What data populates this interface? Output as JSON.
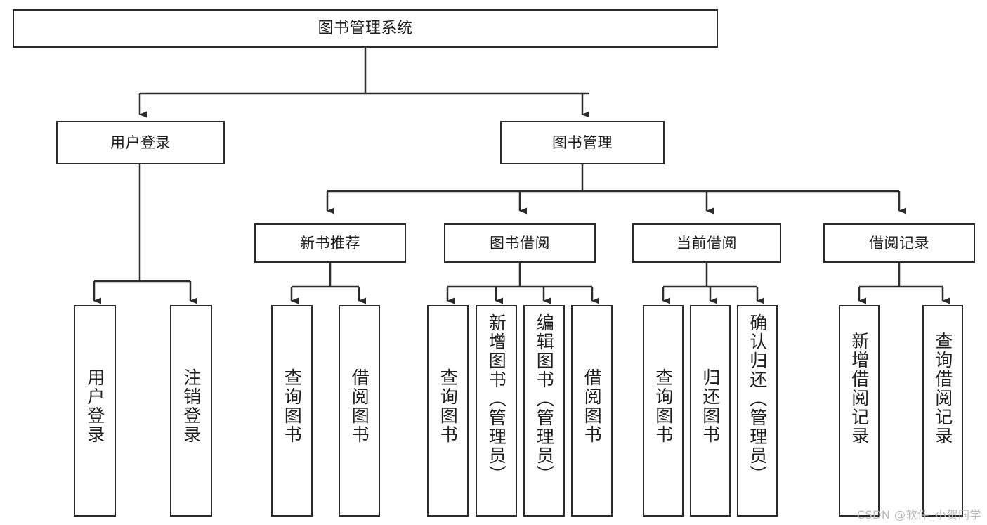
{
  "diagram": {
    "title": "图书管理系统",
    "type": "tree-hierarchy-diagram",
    "root": {
      "id": "root",
      "label": "图书管理系统"
    },
    "level2": [
      {
        "id": "user-login",
        "label": "用户登录"
      },
      {
        "id": "book-manage",
        "label": "图书管理"
      }
    ],
    "level3": [
      {
        "id": "new-book-rec",
        "label": "新书推荐",
        "parent": "book-manage"
      },
      {
        "id": "book-borrow",
        "label": "图书借阅",
        "parent": "book-manage"
      },
      {
        "id": "current-borrow",
        "label": "当前借阅",
        "parent": "book-manage"
      },
      {
        "id": "borrow-record",
        "label": "借阅记录",
        "parent": "book-manage"
      }
    ],
    "leaves": [
      {
        "id": "leaf-user-login",
        "label": "用户登录",
        "parent": "user-login"
      },
      {
        "id": "leaf-user-logout",
        "label": "注销登录",
        "parent": "user-login"
      },
      {
        "id": "leaf-query-book-1",
        "label": "查询图书",
        "parent": "new-book-rec"
      },
      {
        "id": "leaf-borrow-book-1",
        "label": "借阅图书",
        "parent": "new-book-rec"
      },
      {
        "id": "leaf-query-book-2",
        "label": "查询图书",
        "parent": "book-borrow"
      },
      {
        "id": "leaf-add-book",
        "label": "新增图书（管理员）",
        "parent": "book-borrow"
      },
      {
        "id": "leaf-edit-book",
        "label": "编辑图书（管理员）",
        "parent": "book-borrow"
      },
      {
        "id": "leaf-borrow-book-2",
        "label": "借阅图书",
        "parent": "book-borrow"
      },
      {
        "id": "leaf-query-book-3",
        "label": "查询图书",
        "parent": "current-borrow"
      },
      {
        "id": "leaf-return-book",
        "label": "归还图书",
        "parent": "current-borrow"
      },
      {
        "id": "leaf-confirm-return",
        "label": "确认归还（管理员）",
        "parent": "current-borrow"
      },
      {
        "id": "leaf-add-record",
        "label": "新增借阅记录",
        "parent": "borrow-record"
      },
      {
        "id": "leaf-query-record",
        "label": "查询借阅记录",
        "parent": "borrow-record"
      }
    ],
    "colors": {
      "stroke": "#2b2b2b",
      "fill": "#ffffff",
      "text": "#1f1f1f",
      "watermark": "#b9b9b9"
    }
  },
  "watermark": {
    "text": "CSDN @软件_小贺同学"
  }
}
